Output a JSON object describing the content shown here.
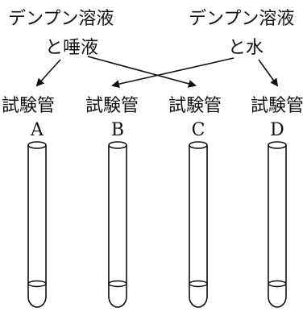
{
  "sources": [
    {
      "line1": "デンプン溶液",
      "line2": "と唾液"
    },
    {
      "line1": "デンプン溶液",
      "line2": "と水"
    }
  ],
  "tubes": [
    {
      "label": "試験管",
      "letter": "A"
    },
    {
      "label": "試験管",
      "letter": "B"
    },
    {
      "label": "試験管",
      "letter": "C"
    },
    {
      "label": "試験管",
      "letter": "D"
    }
  ],
  "arrows": [
    {
      "from": "sources.0",
      "to": "tubes.0"
    },
    {
      "from": "sources.0",
      "to": "tubes.2"
    },
    {
      "from": "sources.1",
      "to": "tubes.1"
    },
    {
      "from": "sources.1",
      "to": "tubes.3"
    }
  ],
  "colors": {
    "ink": "#111111",
    "background": "#ffffff"
  }
}
